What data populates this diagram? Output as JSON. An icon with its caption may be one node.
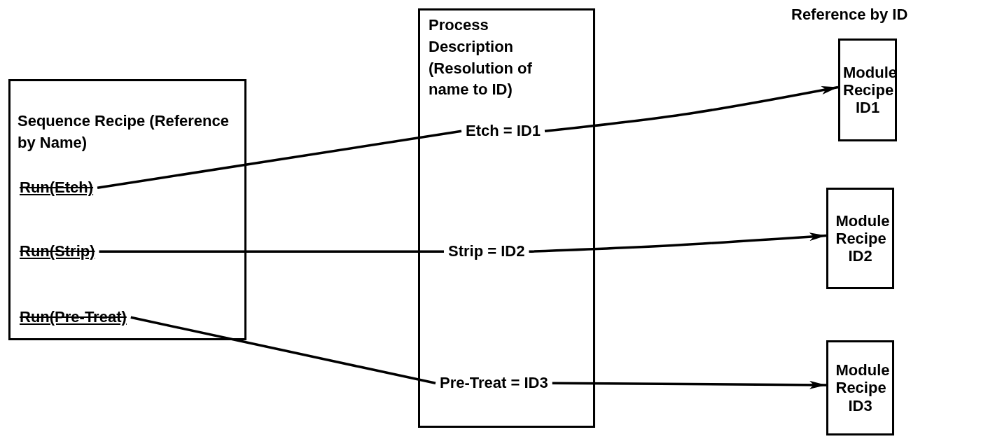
{
  "diagram": {
    "nodes": [
      {
        "text": [
          "Sequence Recipe (Reference by Name)"
        ]
      },
      {
        "text": [
          "Run(Etch)"
        ],
        "in": 0
      },
      {
        "text": [
          "Run(Strip)"
        ],
        "in": 0
      },
      {
        "text": [
          "Run(Pre-Treat)"
        ],
        "in": 0
      },
      {
        "text": [
          "Process Description (Resolution of name to ID)"
        ]
      },
      {
        "text": [
          "Etch = ID1"
        ],
        "in": 4
      },
      {
        "text": [
          "Strip = ID2"
        ],
        "in": 4
      },
      {
        "text": [
          "Pre-Treat = ID3"
        ],
        "in": 4
      },
      {
        "text": [
          "Module Recipe ID1"
        ]
      },
      {
        "text": [
          "Module Recipe ID2"
        ]
      },
      {
        "text": [
          "Module Recipe ID3"
        ]
      }
    ],
    "edges": [
      {
        "from": 1,
        "to": 5,
        "arrow": "none"
      },
      {
        "from": 2,
        "to": 6,
        "arrow": "none"
      },
      {
        "from": 3,
        "to": 7,
        "arrow": "none"
      },
      {
        "from": 5,
        "to": 8,
        "arrow": "to"
      },
      {
        "from": 6,
        "to": 9,
        "arrow": "to"
      },
      {
        "from": 7,
        "to": 10,
        "arrow": "to"
      }
    ],
    "labels": [
      "Reference by ID"
    ]
  }
}
